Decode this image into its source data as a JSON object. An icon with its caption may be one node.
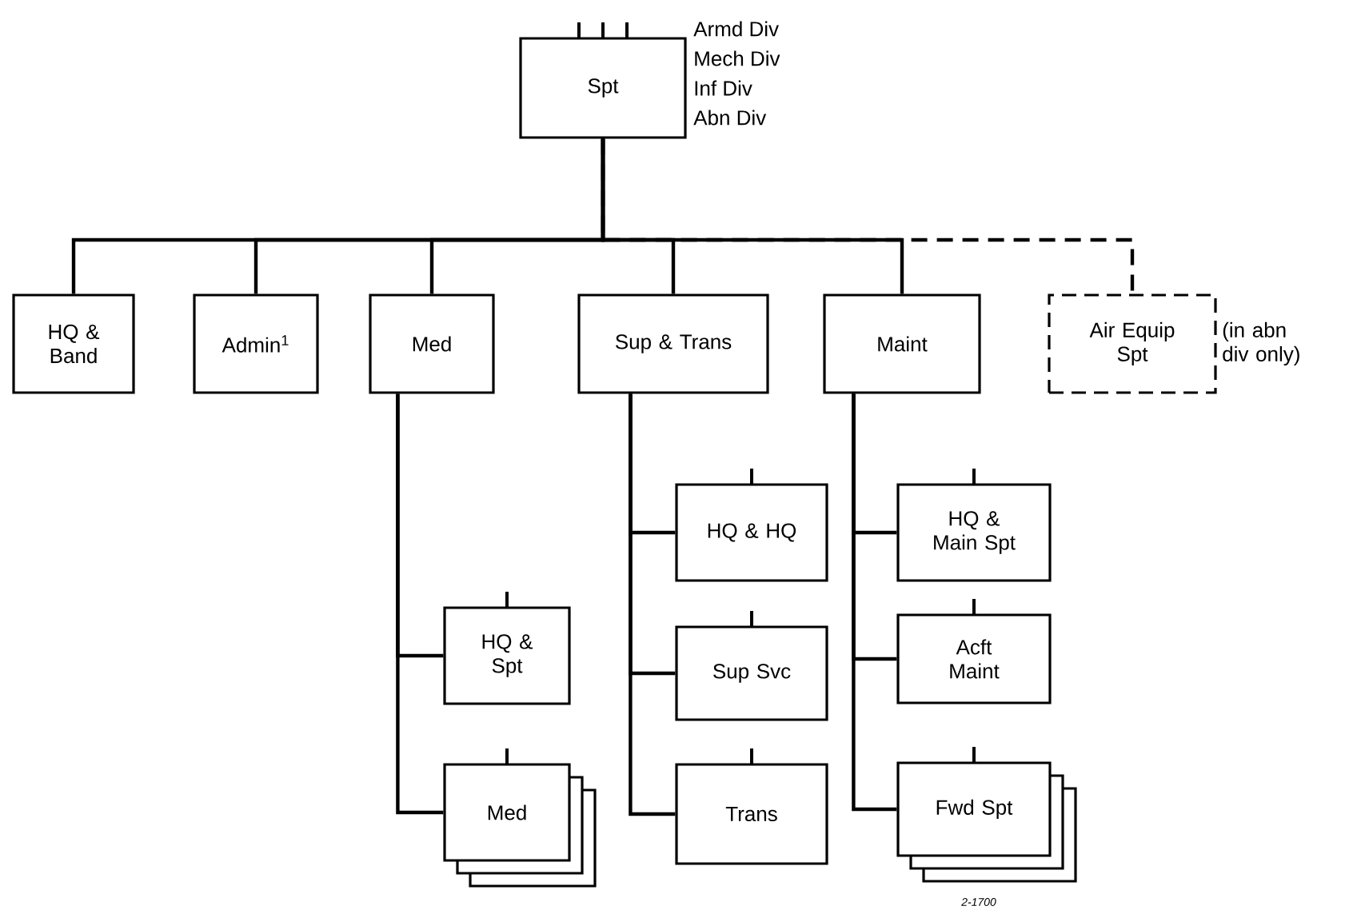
{
  "diagram": {
    "nodes": [
      {
        "text": [
          "Spt"
        ],
        "beside": [
          "Armd Div",
          "Mech Div",
          "Inf Div",
          "Abn Div"
        ]
      },
      {
        "text": [
          "HQ & Band"
        ]
      },
      {
        "text": [
          "Admin$^{1}$"
        ]
      },
      {
        "text": [
          "Med"
        ]
      },
      {
        "text": [
          "Sup & Trans"
        ]
      },
      {
        "text": [
          "Maint"
        ]
      },
      {
        "text": [
          "Air Equip Spt"
        ],
        "beside": [
          "(in abn div only)"
        ]
      },
      {
        "text": [
          "HQ & Spt"
        ]
      },
      {
        "text": [
          "Med"
        ]
      },
      {
        "text": [
          "HQ & HQ"
        ]
      },
      {
        "text": [
          "Sup Svc"
        ]
      },
      {
        "text": [
          "Trans"
        ]
      },
      {
        "text": [
          "HQ & Main Spt"
        ]
      },
      {
        "text": [
          "Acft Maint"
        ]
      },
      {
        "text": [
          "Fwd Spt"
        ]
      }
    ],
    "edges": [
      {
        "from": 0,
        "to": 1,
        "arrow": "none"
      },
      {
        "from": 0,
        "to": 2,
        "arrow": "none"
      },
      {
        "from": 0,
        "to": 3,
        "arrow": "none"
      },
      {
        "from": 0,
        "to": 4,
        "arrow": "none"
      },
      {
        "from": 0,
        "to": 5,
        "arrow": "none"
      },
      {
        "from": 0,
        "to": 6,
        "arrow": "none",
        "style": "dashed"
      },
      {
        "from": 3,
        "to": 7,
        "arrow": "none"
      },
      {
        "from": 3,
        "to": 8,
        "arrow": "none"
      },
      {
        "from": 4,
        "to": 9,
        "arrow": "none"
      },
      {
        "from": 4,
        "to": 10,
        "arrow": "none"
      },
      {
        "from": 4,
        "to": 11,
        "arrow": "none"
      },
      {
        "from": 5,
        "to": 12,
        "arrow": "none"
      },
      {
        "from": 5,
        "to": 13,
        "arrow": "none"
      },
      {
        "from": 5,
        "to": 14,
        "arrow": "none"
      }
    ],
    "labels": [
      "2-1700"
    ]
  }
}
